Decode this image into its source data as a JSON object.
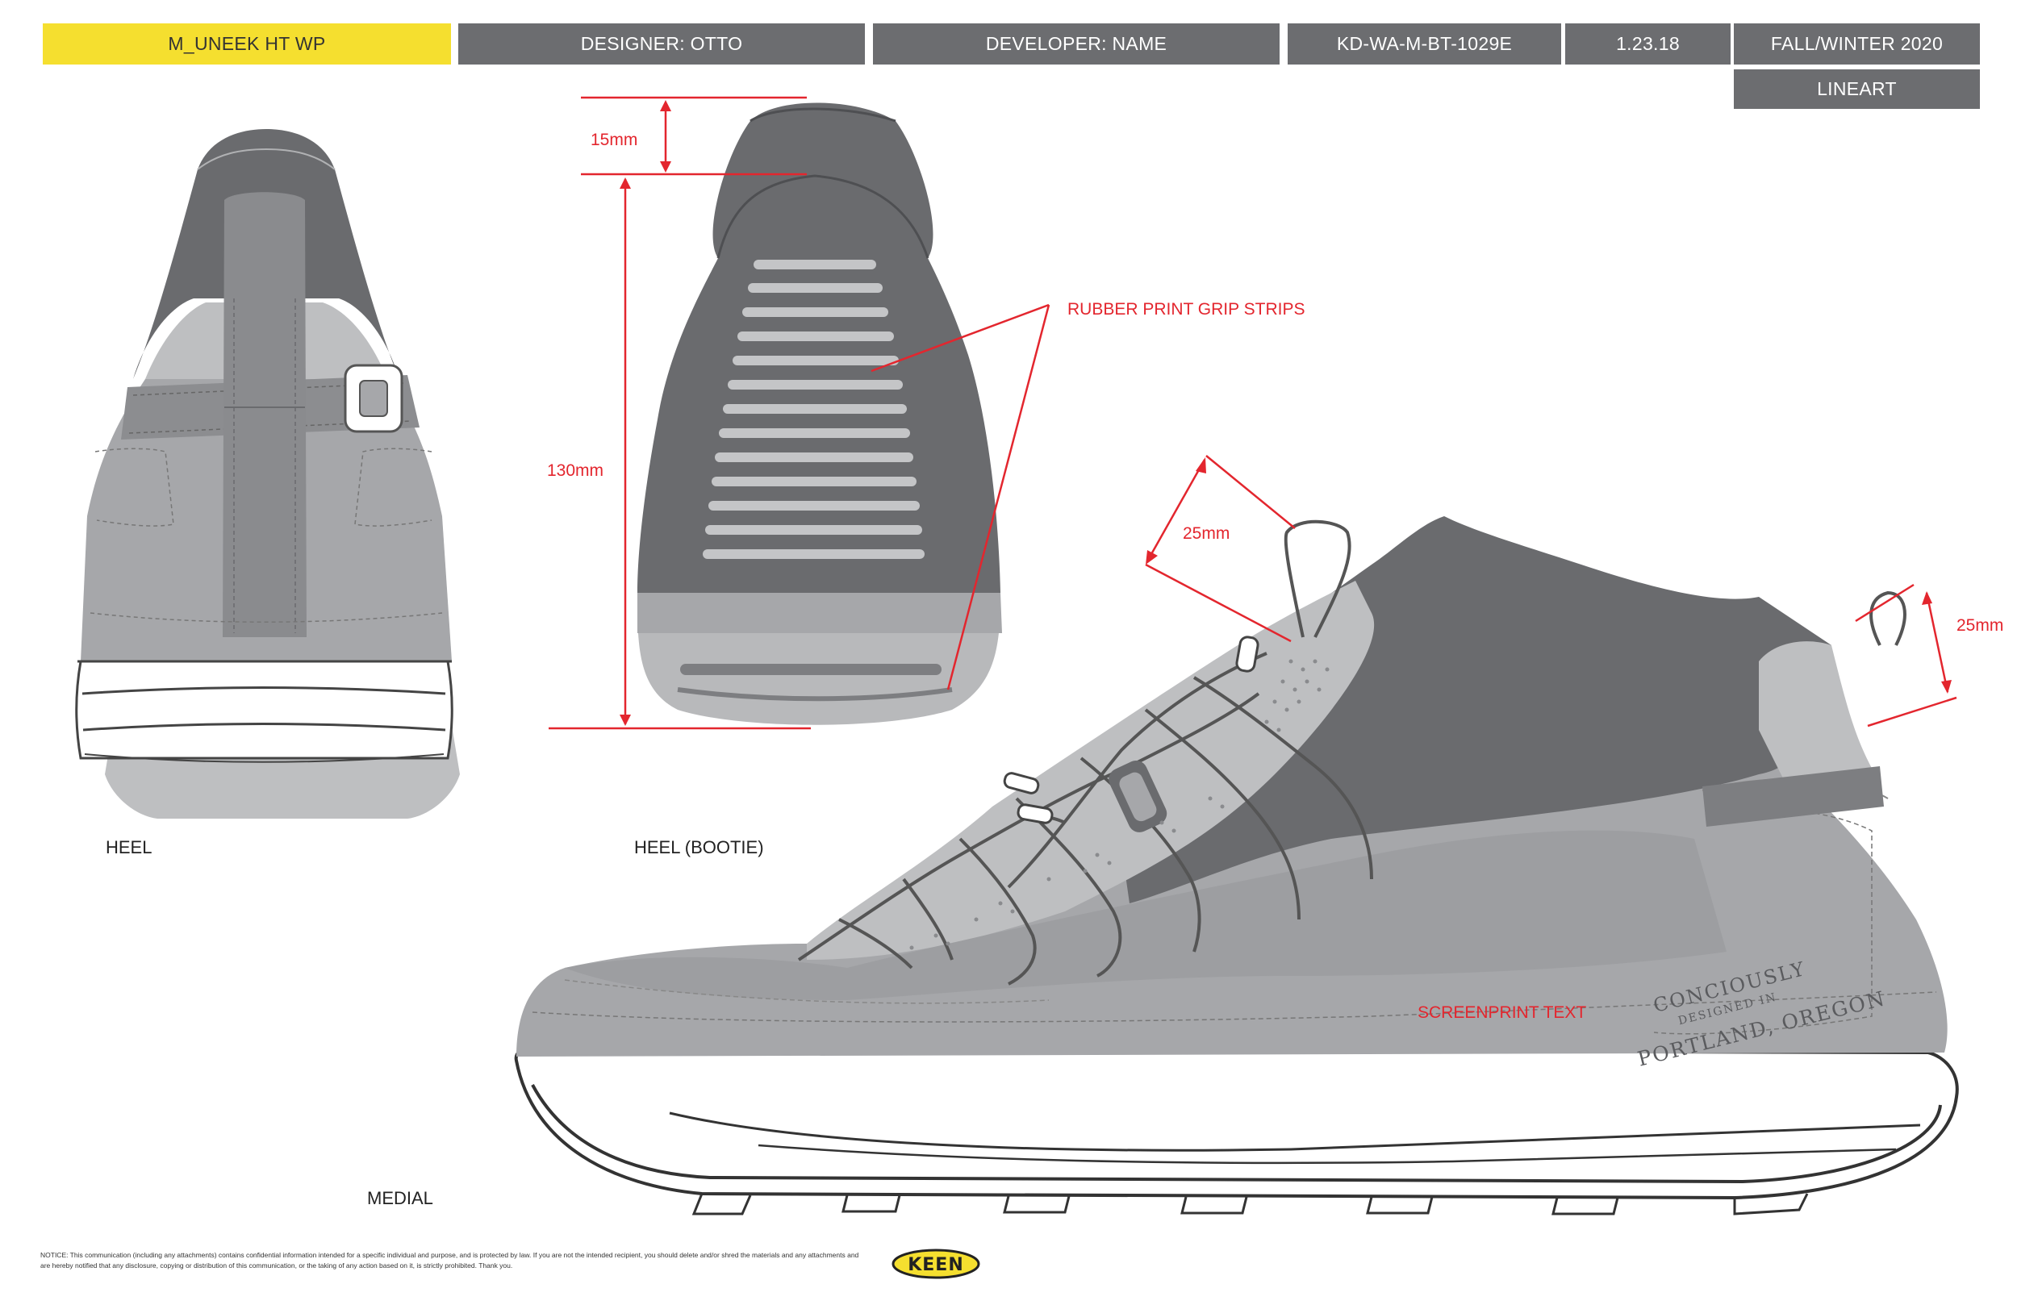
{
  "header": {
    "style_name": "M_UNEEK HT WP",
    "designer": "DESIGNER: OTTO",
    "developer": "DEVELOPER: NAME",
    "code": "KD-WA-M-BT-1029E",
    "date": "1.23.18",
    "season": "FALL/WINTER 2020",
    "view_type": "LINEART"
  },
  "views": {
    "heel": "HEEL",
    "heel_bootie": "HEEL (BOOTIE)",
    "medial": "MEDIAL"
  },
  "callouts": {
    "dim_15": "15mm",
    "dim_130": "130mm",
    "dim_25_lace": "25mm",
    "dim_25_pull": "25mm",
    "grip_strips": "RUBBER PRINT GRIP STRIPS",
    "screenprint": "SCREENPRINT TEXT"
  },
  "screenprint_text": {
    "line1": "CONCIOUSLY",
    "line2": "DESIGNED IN",
    "line3": "PORTLAND, OREGON"
  },
  "notice": "NOTICE: This communication (including any attachments) contains confidential information intended for a specific individual and purpose, and is protected by law. If you are not the intended recipient, you should delete and/or shred the materials and any attachments and are hereby notified that any disclosure, copying or distribution of this communication, or the taking of any action based on it, is strictly prohibited. Thank you.",
  "brand": {
    "logo_text": "KEEN"
  },
  "colors": {
    "header_accent": "#f5df2f",
    "header_bg": "#6c6d70",
    "annotation_red": "#e3262e",
    "dark_grey": "#6a6b6e",
    "mid_grey": "#a6a7aa",
    "light_grey": "#bebfc1"
  }
}
